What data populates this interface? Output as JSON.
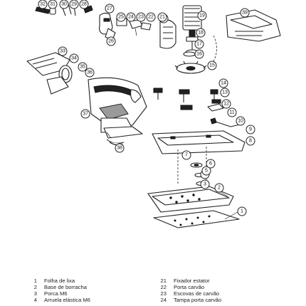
{
  "callouts": [
    "1",
    "2",
    "3",
    "4",
    "5",
    "6",
    "7",
    "8",
    "9",
    "10",
    "11",
    "12",
    "13",
    "14",
    "15",
    "16",
    "17",
    "18",
    "19",
    "20",
    "21",
    "22",
    "23",
    "24",
    "25",
    "26",
    "27",
    "28",
    "29",
    "30",
    "31",
    "32",
    "33",
    "34",
    "35",
    "36",
    "37",
    "38",
    "39"
  ],
  "legend": {
    "left": [
      {
        "num": "1",
        "text": "Folha de lixa"
      },
      {
        "num": "2",
        "text": "Base de borracha"
      },
      {
        "num": "3",
        "text": "Porca M6"
      },
      {
        "num": "4",
        "text": "Arruela elástica M6"
      }
    ],
    "right": [
      {
        "num": "21",
        "text": "Fixador estator"
      },
      {
        "num": "22",
        "text": "Porta carvão"
      },
      {
        "num": "23",
        "text": "Escovas de carvão"
      },
      {
        "num": "24",
        "text": "Tampa porta carvão"
      }
    ]
  }
}
